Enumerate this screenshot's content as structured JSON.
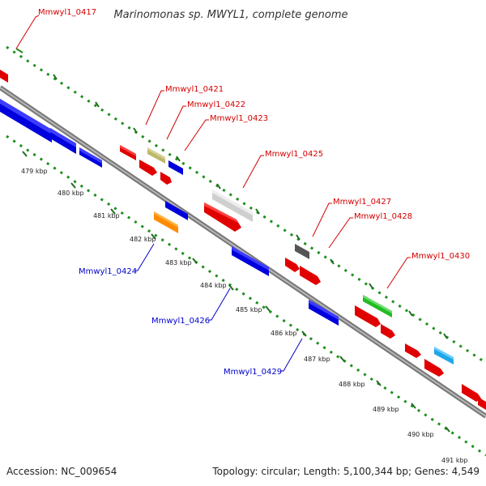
{
  "title": "Marinomonas sp. MWYL1, complete genome",
  "footer": {
    "accession": "Accession: NC_009654",
    "summary": "Topology: circular; Length: 5,100,344 bp; Genes: 4,549"
  },
  "colors": {
    "forward_label": "#d40000",
    "reverse_label": "#0000cc",
    "backbone": "#8c8c8c",
    "dots": "#1e8f1e"
  },
  "kbp_ticks": [
    "479 kbp",
    "480 kbp",
    "481 kbp",
    "482 kbp",
    "483 kbp",
    "484 kbp",
    "485 kbp",
    "486 kbp",
    "487 kbp",
    "488 kbp",
    "489 kbp",
    "490 kbp",
    "491 kbp"
  ],
  "gene_labels": [
    {
      "name": "Mmwyl1_0417",
      "strand": "forward"
    },
    {
      "name": "Mmwyl1_0421",
      "strand": "forward"
    },
    {
      "name": "Mmwyl1_0422",
      "strand": "forward"
    },
    {
      "name": "Mmwyl1_0423",
      "strand": "forward"
    },
    {
      "name": "Mmwyl1_0425",
      "strand": "forward"
    },
    {
      "name": "Mmwyl1_0427",
      "strand": "forward"
    },
    {
      "name": "Mmwyl1_0428",
      "strand": "forward"
    },
    {
      "name": "Mmwyl1_0430",
      "strand": "forward"
    },
    {
      "name": "Mmwyl1_0424",
      "strand": "reverse"
    },
    {
      "name": "Mmwyl1_0426",
      "strand": "reverse"
    },
    {
      "name": "Mmwyl1_0429",
      "strand": "reverse"
    }
  ]
}
